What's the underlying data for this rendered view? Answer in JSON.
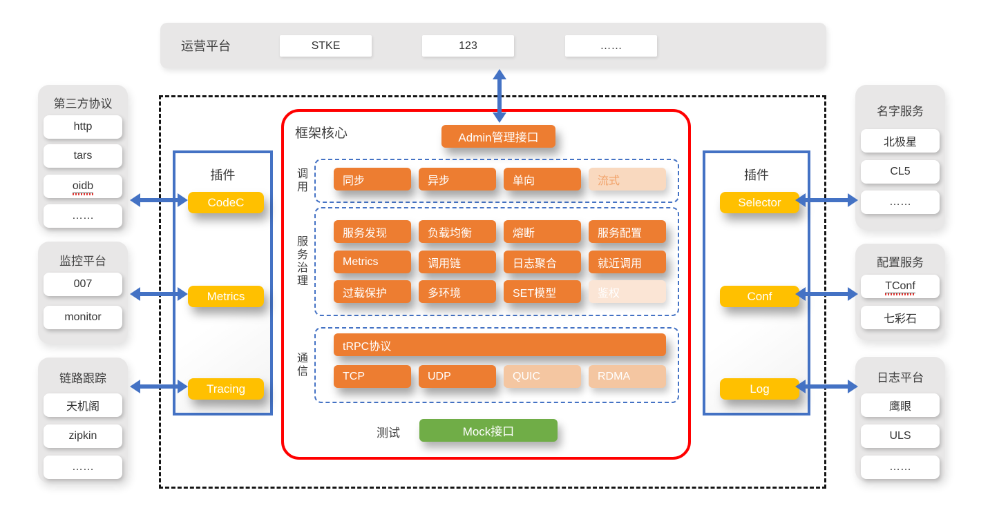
{
  "colors": {
    "orange": "#ED7D31",
    "light_orange": "#F4C6A1",
    "pale_orange": "#FBE5D5",
    "faded_orange": "#F9D9BF",
    "yellow": "#FFC000",
    "green": "#70AD47",
    "blue": "#4472C4",
    "red": "#FF0000",
    "panel_gray": "#E8E7E7"
  },
  "top_bar": {
    "title": "运营平台",
    "items": [
      "STKE",
      "123",
      "……"
    ]
  },
  "left_panels": [
    {
      "title": "第三方协议",
      "items": [
        "http",
        "tars",
        "oidb",
        "……"
      ]
    },
    {
      "title": "监控平台",
      "items": [
        "007",
        "monitor"
      ]
    },
    {
      "title": "链路跟踪",
      "items": [
        "天机阁",
        "zipkin",
        "……"
      ]
    }
  ],
  "right_panels": [
    {
      "title": "名字服务",
      "items": [
        "北极星",
        "CL5",
        "……"
      ]
    },
    {
      "title": "配置服务",
      "items": [
        "TConf",
        "七彩石"
      ]
    },
    {
      "title": "日志平台",
      "items": [
        "鹰眼",
        "ULS",
        "……"
      ]
    }
  ],
  "left_plugin": {
    "title": "插件",
    "items": [
      "CodeC",
      "Metrics",
      "Tracing"
    ]
  },
  "right_plugin": {
    "title": "插件",
    "items": [
      "Selector",
      "Conf",
      "Log"
    ]
  },
  "core": {
    "title": "框架核心",
    "admin_label": "Admin管理接口",
    "invoke": {
      "label": "调用",
      "buttons": [
        "同步",
        "异步",
        "单向",
        "流式"
      ]
    },
    "governance": {
      "label": "服务治理",
      "rows": [
        [
          "服务发现",
          "负载均衡",
          "熔断",
          "服务配置"
        ],
        [
          "Metrics",
          "调用链",
          "日志聚合",
          "就近调用"
        ],
        [
          "过载保护",
          "多环境",
          "SET模型",
          "鉴权"
        ]
      ]
    },
    "comm": {
      "label": "通信",
      "protocol": "tRPC协议",
      "transports": [
        "TCP",
        "UDP",
        "QUIC",
        "RDMA"
      ]
    },
    "test_label": "测试",
    "mock_label": "Mock接口"
  }
}
